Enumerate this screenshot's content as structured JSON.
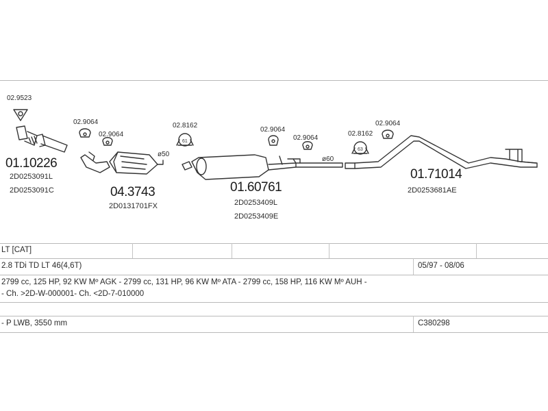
{
  "parts": [
    {
      "code": "01.10226",
      "refs": [
        "2D0253091L",
        "2D0253091C"
      ]
    },
    {
      "code": "04.3743",
      "refs": [
        "2D0131701FX"
      ]
    },
    {
      "code": "01.60761",
      "refs": [
        "2D0253409L",
        "2D0253409E"
      ]
    },
    {
      "code": "01.71014",
      "refs": [
        "2D0253681AE"
      ]
    }
  ],
  "accessories": {
    "gasket": "02.9523",
    "hanger_a1": "02.9064",
    "hanger_a2": "02.9064",
    "clamp_1": "02.8162",
    "clamp_1_size": "61",
    "hanger_b1": "02.9064",
    "hanger_b2": "02.9064",
    "clamp_2": "02.8162",
    "clamp_2_size": "63",
    "hanger_c1": "02.9064"
  },
  "diameters": {
    "d1": "ø50",
    "d2": "ø60"
  },
  "table": {
    "row1": "LT  [CAT]",
    "row2": "2.8 TDi TD LT 46(4,6T)",
    "row2_right": "05/97 - 08/06",
    "row3": "2799 cc, 125 HP, 92 KW Mº AGK - 2799 cc, 131 HP, 96 KW Mº ATA - 2799 cc, 158 HP, 116 KW Mº AUH -",
    "row4": "- Ch. >2D-W-000001- Ch. <2D-7-010000",
    "row5": "- P LWB, 3550 mm",
    "row5_right": "C380298"
  }
}
